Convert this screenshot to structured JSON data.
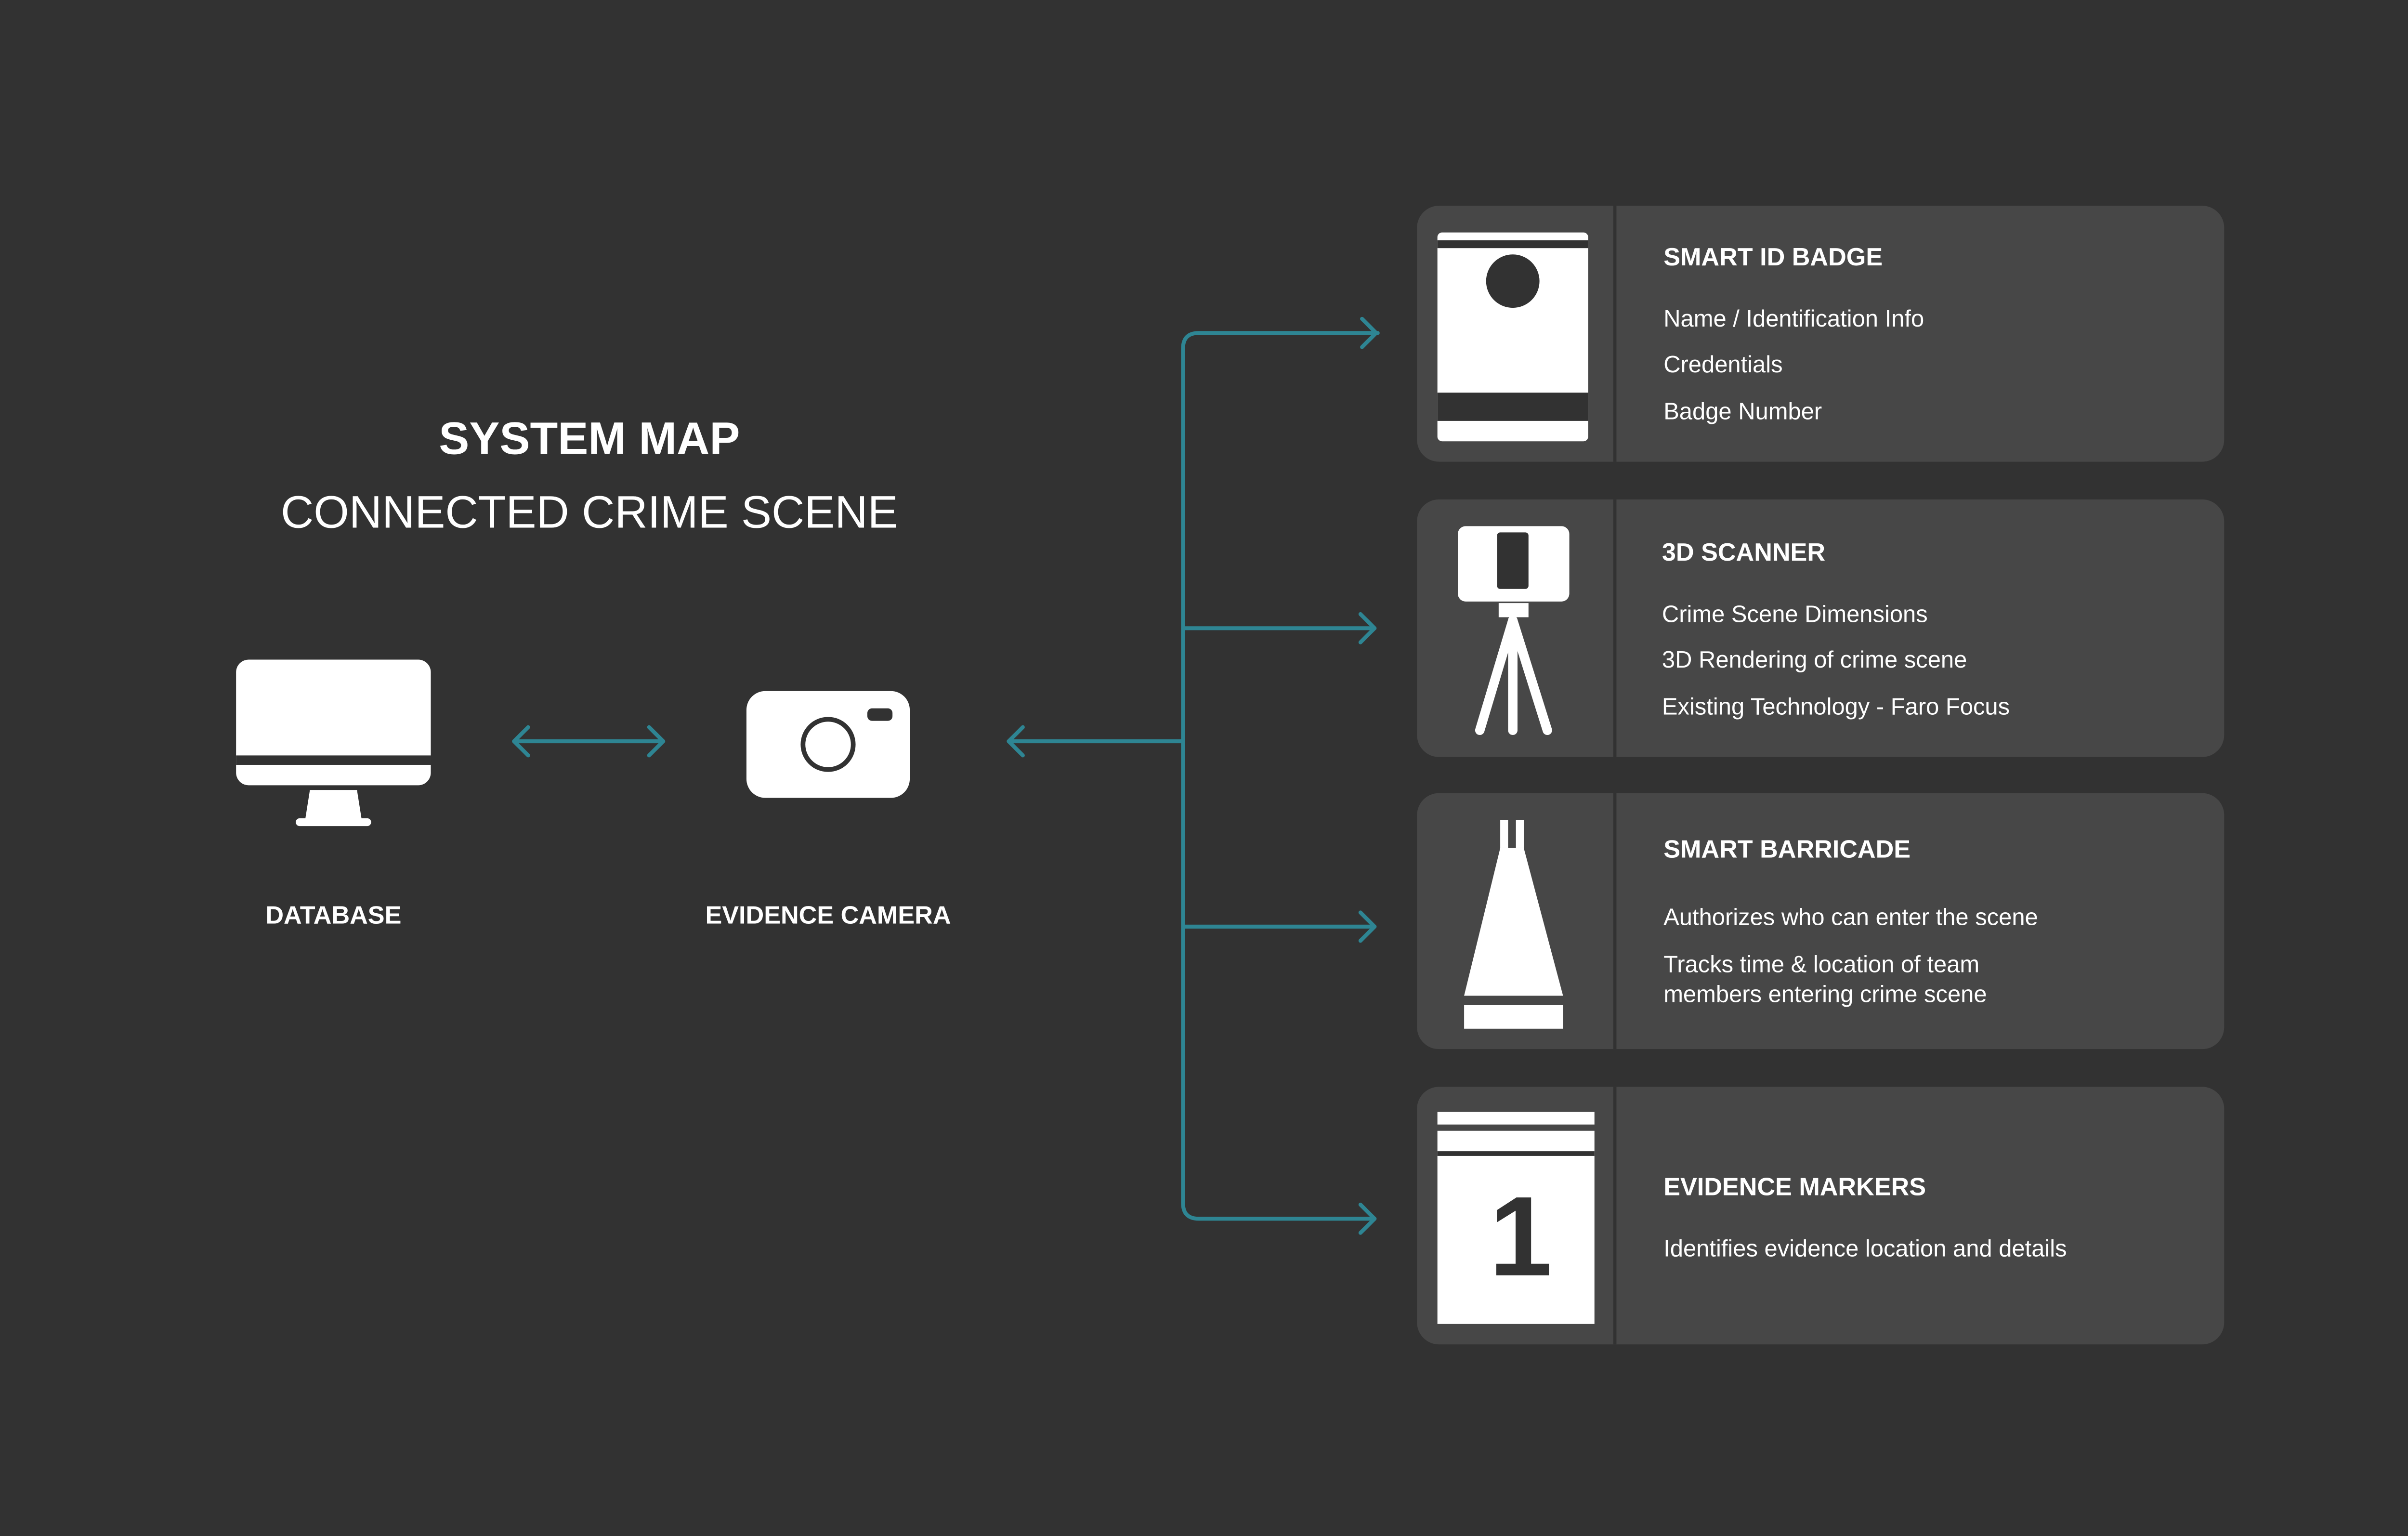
{
  "title": "SYSTEM MAP",
  "subtitle": "CONNECTED CRIME SCENE",
  "nodes": {
    "database": {
      "label": "DATABASE",
      "icon": "monitor-icon"
    },
    "camera": {
      "label": "EVIDENCE CAMERA",
      "icon": "camera-icon"
    }
  },
  "cards": [
    {
      "title": "SMART ID BADGE",
      "icon": "id-badge-icon",
      "lines": [
        "Name / Identification Info",
        "Credentials",
        "Badge Number"
      ]
    },
    {
      "title": "3D SCANNER",
      "icon": "tripod-scanner-icon",
      "lines": [
        "Crime Scene Dimensions",
        "3D Rendering of crime scene",
        "Existing Technology - Faro Focus"
      ]
    },
    {
      "title": "SMART BARRICADE",
      "icon": "barricade-cone-icon",
      "lines": [
        "Authorizes who can enter the scene",
        "Tracks time & location of team",
        "members entering crime scene"
      ]
    },
    {
      "title": "EVIDENCE MARKERS",
      "icon": "evidence-marker-icon",
      "marker_number": "1",
      "lines": [
        "Identifies evidence location and details"
      ]
    }
  ],
  "colors": {
    "background": "#323232",
    "card": "#474747",
    "connector": "#2e8593",
    "icon": "#ffffff"
  }
}
